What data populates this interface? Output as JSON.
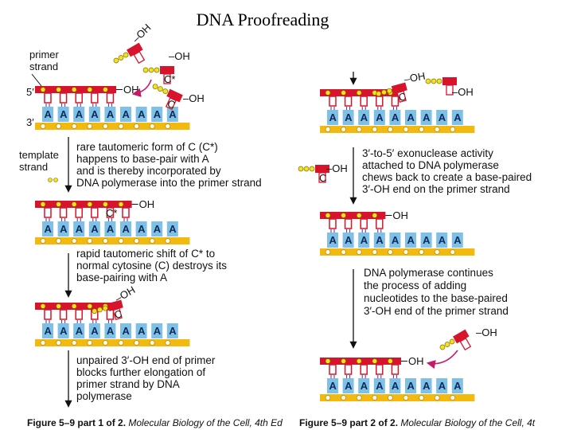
{
  "title": "DNA Proofreading",
  "labels": {
    "primer_strand": [
      "primer",
      "strand"
    ],
    "template_strand": [
      "template",
      "strand"
    ],
    "five_prime": "5′",
    "three_prime": "3′",
    "oh": "OH",
    "oh_dash": "–OH",
    "c_star": "C*",
    "c": "C",
    "a": "A"
  },
  "steps": {
    "tautomer": [
      "rare tautomeric form of C (C*)",
      "happens to base-pair with A",
      "and is thereby incorporated by",
      "DNA polymerase into the primer strand"
    ],
    "shift": [
      "rapid tautomeric shift of C* to",
      "normal cytosine (C) destroys its",
      "base-pairing with A"
    ],
    "unpaired": [
      "unpaired 3′-OH end of primer",
      "blocks further elongation of",
      "primer strand by DNA",
      "polymerase"
    ],
    "exonuclease": [
      "3′-to-5′ exonuclease activity",
      "attached to DNA polymerase",
      "chews back to create a base-paired",
      "3′-OH end on the primer strand"
    ],
    "continues": [
      "DNA polymerase continues",
      "the process of adding",
      "nucleotides to the base-paired",
      "3′-OH end of the primer strand"
    ]
  },
  "captions": {
    "left_bold": "Figure 5–9 part 1 of 2.",
    "left_italic": "Molecular Biology of the Cell, 4th Ed",
    "right_bold": "Figure 5–9 part 2 of 2.",
    "right_italic": "Molecular Biology of the Cell, 4t"
  },
  "colors": {
    "primer": "#d7142c",
    "template": "#f2b90f",
    "base_pair": "#7fc0e6",
    "dot": "#f0e41e",
    "arrow": "#111111",
    "magenta_arrow": "#c21d6a"
  }
}
